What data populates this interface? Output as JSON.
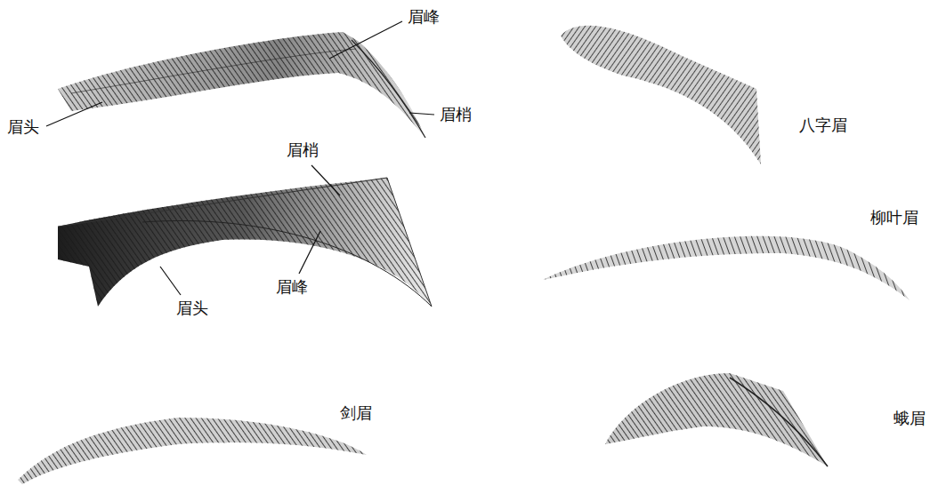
{
  "diagram": {
    "labels": [
      "眉峰",
      "眉头",
      "眉梢",
      "眉梢",
      "眉头",
      "眉峰",
      "八字眉",
      "柳叶眉",
      "剑眉",
      "蛾眉"
    ]
  }
}
